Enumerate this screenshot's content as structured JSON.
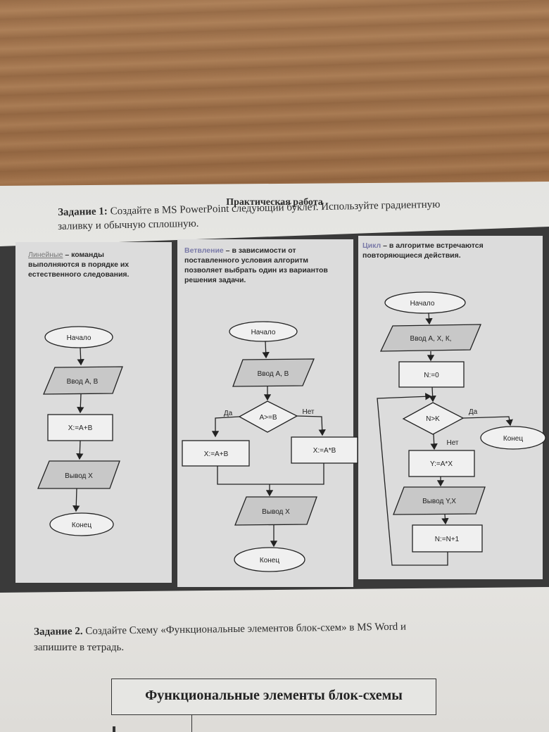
{
  "worksheet": {
    "title": "Практическая работа",
    "task1_label": "Задание 1:",
    "task1_text": "Создайте в MS PowerPoint следующий буклет. Используйте градиентную",
    "task1_text2": "заливку и обычную сплошную.",
    "task2_label": "Задание 2.",
    "task2_text": "Создайте Схему «Функциональные элементов блок-схем» в MS Word и",
    "task2_text2": "запишите в тетрадь.",
    "task2_box_title": "Функциональные элементы блок-схемы"
  },
  "panels": {
    "linear": {
      "heading": "Линейные",
      "desc1": " – команды",
      "desc2": "выполняются в порядке их",
      "desc3": "естественного следования.",
      "start": "Начало",
      "input": "Ввод А, В",
      "process": "X:=A+B",
      "output": "Вывод Х",
      "end": "Конец"
    },
    "branch": {
      "heading": "Ветвление",
      "desc1": " – в зависимости от",
      "desc2": "поставленного условия алгоритм",
      "desc3": "позволяет выбрать один из вариантов",
      "desc4": "решения задачи.",
      "start": "Начало",
      "input": "Ввод А, В",
      "condition": "A>=B",
      "yes": "Да",
      "no": "Нет",
      "yes_action": "X:=A+B",
      "no_action": "X:=A*B",
      "output": "Вывод Х",
      "end": "Конец"
    },
    "loop": {
      "heading": "Цикл",
      "desc1": " – в алгоритме встречаются",
      "desc2": "повторяющиеся действия.",
      "start": "Начало",
      "input": "Ввод А, Х, К,",
      "init": "N:=0",
      "condition": "N>K",
      "yes": "Да",
      "no": "Нет",
      "end": "Конец",
      "body1": "Y:=A*X",
      "output": "Вывод Y,X",
      "increment": "N:=N+1"
    }
  },
  "colors": {
    "wood": "#9a6b44",
    "paper": "#e6e6e3",
    "frame": "#3a3a3a",
    "shape_fill": "#c8c8c8",
    "box_fill": "#f0f0f0"
  }
}
